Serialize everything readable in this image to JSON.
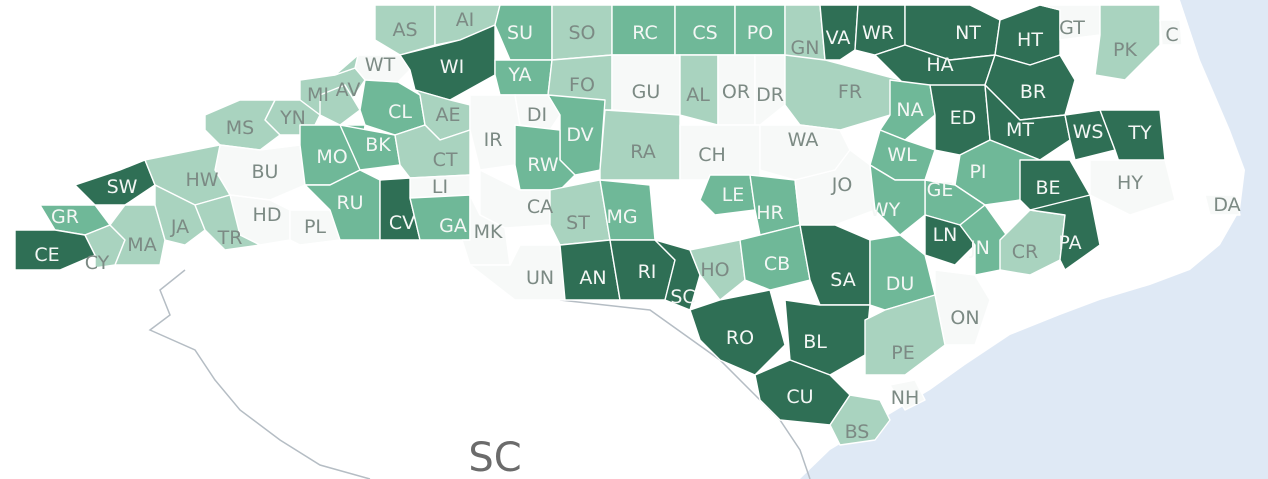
{
  "map": {
    "state_label": "SC",
    "colors": {
      "ocean": "#dfe9f5",
      "land_outside": "#ffffff",
      "border": "#b5bdc4",
      "level_0": "#f7f9f8",
      "level_1": "#a9d3bf",
      "level_2": "#6fb898",
      "level_3": "#2f6f55"
    },
    "counties": [
      {
        "label": "AS",
        "level": 1
      },
      {
        "label": "AI",
        "level": 1
      },
      {
        "label": "SU",
        "level": 2
      },
      {
        "label": "SO",
        "level": 1
      },
      {
        "label": "RC",
        "level": 2
      },
      {
        "label": "CS",
        "level": 2
      },
      {
        "label": "PO",
        "level": 2
      },
      {
        "label": "GN",
        "level": 1
      },
      {
        "label": "VA",
        "level": 3
      },
      {
        "label": "WR",
        "level": 3
      },
      {
        "label": "NT",
        "level": 3
      },
      {
        "label": "HT",
        "level": 3
      },
      {
        "label": "GT",
        "level": 0
      },
      {
        "label": "PK",
        "level": 1
      },
      {
        "label": "WT",
        "level": 0
      },
      {
        "label": "WI",
        "level": 3
      },
      {
        "label": "YA",
        "level": 2
      },
      {
        "label": "FO",
        "level": 1
      },
      {
        "label": "GU",
        "level": 0
      },
      {
        "label": "AL",
        "level": 1
      },
      {
        "label": "OR",
        "level": 0
      },
      {
        "label": "DR",
        "level": 0
      },
      {
        "label": "FR",
        "level": 1
      },
      {
        "label": "HA",
        "level": 3
      },
      {
        "label": "BR",
        "level": 3
      },
      {
        "label": "MI",
        "level": 1
      },
      {
        "label": "AV",
        "level": 1
      },
      {
        "label": "YN",
        "level": 1
      },
      {
        "label": "MS",
        "level": 1
      },
      {
        "label": "CL",
        "level": 2
      },
      {
        "label": "AE",
        "level": 1
      },
      {
        "label": "IR",
        "level": 0
      },
      {
        "label": "DI",
        "level": 0
      },
      {
        "label": "DV",
        "level": 2
      },
      {
        "label": "RA",
        "level": 1
      },
      {
        "label": "CH",
        "level": 0
      },
      {
        "label": "WA",
        "level": 0
      },
      {
        "label": "NA",
        "level": 2
      },
      {
        "label": "ED",
        "level": 3
      },
      {
        "label": "MT",
        "level": 3
      },
      {
        "label": "WS",
        "level": 3
      },
      {
        "label": "TY",
        "level": 3
      },
      {
        "label": "BU",
        "level": 0
      },
      {
        "label": "MO",
        "level": 2
      },
      {
        "label": "BK",
        "level": 2
      },
      {
        "label": "CT",
        "level": 1
      },
      {
        "label": "RW",
        "level": 2
      },
      {
        "label": "WL",
        "level": 2
      },
      {
        "label": "PI",
        "level": 2
      },
      {
        "label": "BE",
        "level": 3
      },
      {
        "label": "HY",
        "level": 0
      },
      {
        "label": "SW",
        "level": 3
      },
      {
        "label": "HW",
        "level": 1
      },
      {
        "label": "LI",
        "level": 0
      },
      {
        "label": "CA",
        "level": 0
      },
      {
        "label": "LE",
        "level": 2
      },
      {
        "label": "HR",
        "level": 2
      },
      {
        "label": "JO",
        "level": 0
      },
      {
        "label": "GE",
        "level": 2
      },
      {
        "label": "WY",
        "level": 2
      },
      {
        "label": "GR",
        "level": 2
      },
      {
        "label": "HD",
        "level": 0
      },
      {
        "label": "PL",
        "level": 0
      },
      {
        "label": "RU",
        "level": 2
      },
      {
        "label": "CV",
        "level": 3
      },
      {
        "label": "GA",
        "level": 2
      },
      {
        "label": "MK",
        "level": 0
      },
      {
        "label": "ST",
        "level": 1
      },
      {
        "label": "MG",
        "level": 2
      },
      {
        "label": "CE",
        "level": 3
      },
      {
        "label": "CY",
        "level": 1
      },
      {
        "label": "MA",
        "level": 1
      },
      {
        "label": "JA",
        "level": 1
      },
      {
        "label": "TR",
        "level": 1
      },
      {
        "label": "LN",
        "level": 3
      },
      {
        "label": "JN",
        "level": 2
      },
      {
        "label": "CR",
        "level": 1
      },
      {
        "label": "PA",
        "level": 3
      },
      {
        "label": "UN",
        "level": 0
      },
      {
        "label": "AN",
        "level": 3
      },
      {
        "label": "RI",
        "level": 3
      },
      {
        "label": "SC",
        "level": 3
      },
      {
        "label": "HO",
        "level": 1
      },
      {
        "label": "CB",
        "level": 2
      },
      {
        "label": "SA",
        "level": 3
      },
      {
        "label": "DU",
        "level": 2
      },
      {
        "label": "ON",
        "level": 0
      },
      {
        "label": "RO",
        "level": 3
      },
      {
        "label": "BL",
        "level": 3
      },
      {
        "label": "PE",
        "level": 1
      },
      {
        "label": "NH",
        "level": 0
      },
      {
        "label": "CU",
        "level": 3
      },
      {
        "label": "BS",
        "level": 1
      },
      {
        "label": "DA",
        "level": 0
      },
      {
        "label": "C",
        "level": 0
      }
    ]
  }
}
